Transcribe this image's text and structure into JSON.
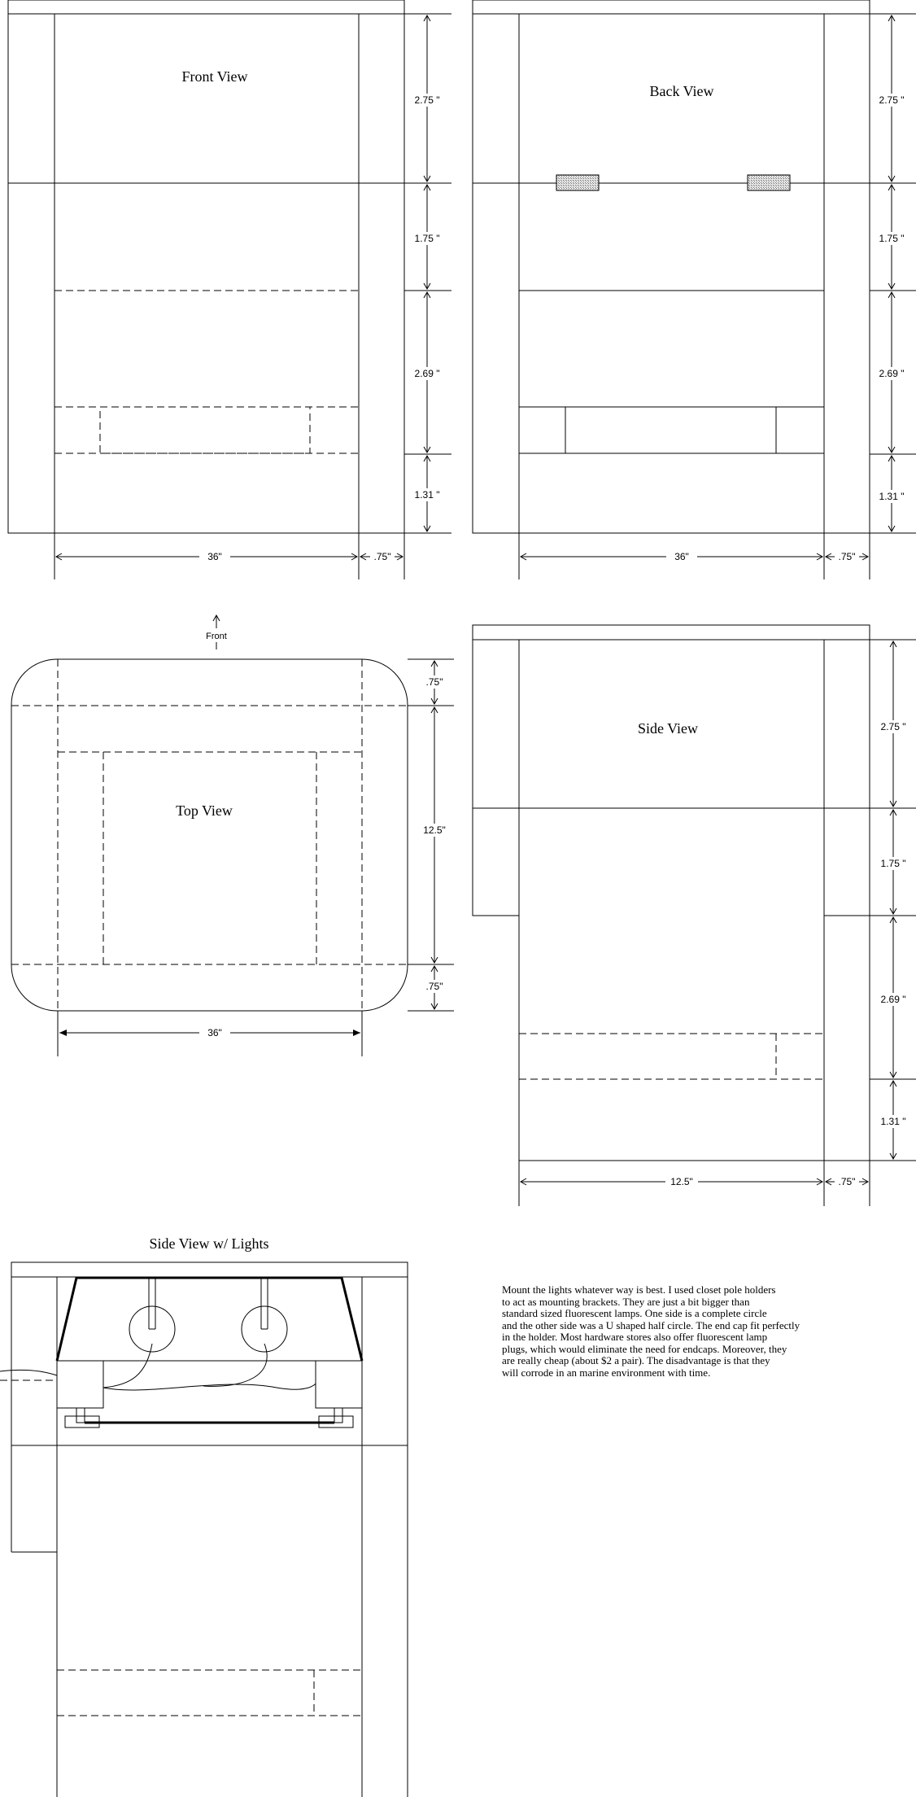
{
  "views": {
    "front": {
      "title": "Front View",
      "dims": [
        "2.75 \"",
        "1.75 \"",
        "2.69 \"",
        "1.31 \""
      ],
      "width": "36\"",
      "side": ".75\""
    },
    "back": {
      "title": "Back View",
      "dims": [
        "2.75 \"",
        "1.75 \"",
        "2.69 \"",
        "1.31 \""
      ],
      "width": "36\"",
      "side": ".75\""
    },
    "top": {
      "title": "Top View",
      "front_label": "Front",
      "depth": "12.5\"",
      "edge_top": ".75\"",
      "edge_bottom": ".75\"",
      "width": "36\""
    },
    "side": {
      "title": "Side View",
      "dims": [
        "2.75 \"",
        "1.75 \"",
        "2.69 \"",
        "1.31 \""
      ],
      "width": "12.5\"",
      "side": ".75\""
    },
    "side_lights": {
      "title": "Side View w/ Lights"
    }
  },
  "notes": [
    "Mount the lights whatever way is best.  I used closet pole holders",
    "to act as mounting brackets.  They are just a bit bigger than",
    "standard sized fluorescent lamps.  One side is a complete circle",
    "and the other side was a U shaped half circle.  The end cap fit perfectly",
    "in the holder.  Most hardware stores also offer fluorescent lamp",
    "plugs, which would eliminate the need for endcaps.  Moreover, they",
    "are really cheap (about $2 a pair).  The disadvantage is that they",
    "will corrode in an marine environment with time."
  ],
  "colors": {
    "ink": "#000000",
    "hatch": "#999999",
    "paper": "#ffffff"
  }
}
